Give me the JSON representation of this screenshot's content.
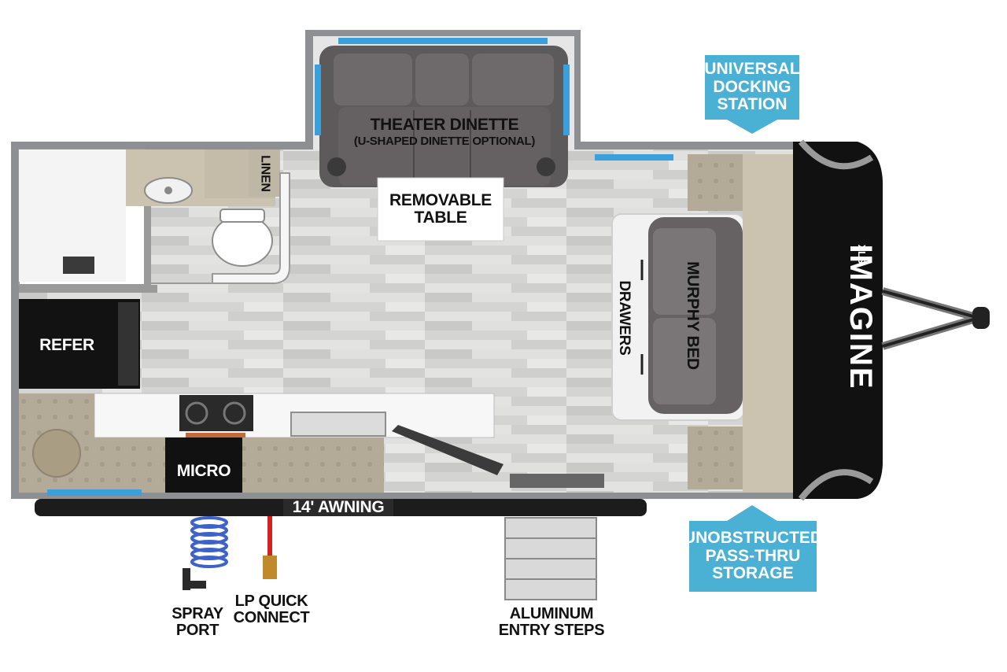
{
  "labels": {
    "theater_dinette": "THEATER DINETTE",
    "u_shaped_optional": "(U-SHAPED DINETTE OPTIONAL)",
    "removable_table": "REMOVABLE\nTABLE",
    "linen": "LINEN",
    "refer": "REFER",
    "micro": "MICRO",
    "drawers": "DRAWERS",
    "murphy_bed": "MURPHY BED",
    "awning": "14' AWNING",
    "spray_port": "SPRAY\nPORT",
    "lp_quick_connect": "LP QUICK\nCONNECT",
    "aluminum_entry_steps": "ALUMINUM\nENTRY STEPS",
    "universal_docking_station": "UNIVERSAL\nDOCKING\nSTATION",
    "unobstructed_storage": "UNOBSTRUCTED\nPASS-THRU\nSTORAGE",
    "brand_logo": "IMAGINE",
    "brand_sub": "XLS"
  },
  "colors": {
    "wall": "#8d8f93",
    "floor": "#d9d9d8",
    "cabinet": "#b4ab98",
    "sofa": "#5d5a5c",
    "callout": "#4ab0d4",
    "accent_blue": "#3aa0dc",
    "front_cap": "#111111",
    "lp_line": "#d22222",
    "spray_hose": "#3d62c9"
  },
  "icons": {
    "sink": "sink-icon",
    "toilet": "toilet-icon",
    "stove": "stove-burners-icon",
    "hitch": "tow-hitch-icon"
  }
}
